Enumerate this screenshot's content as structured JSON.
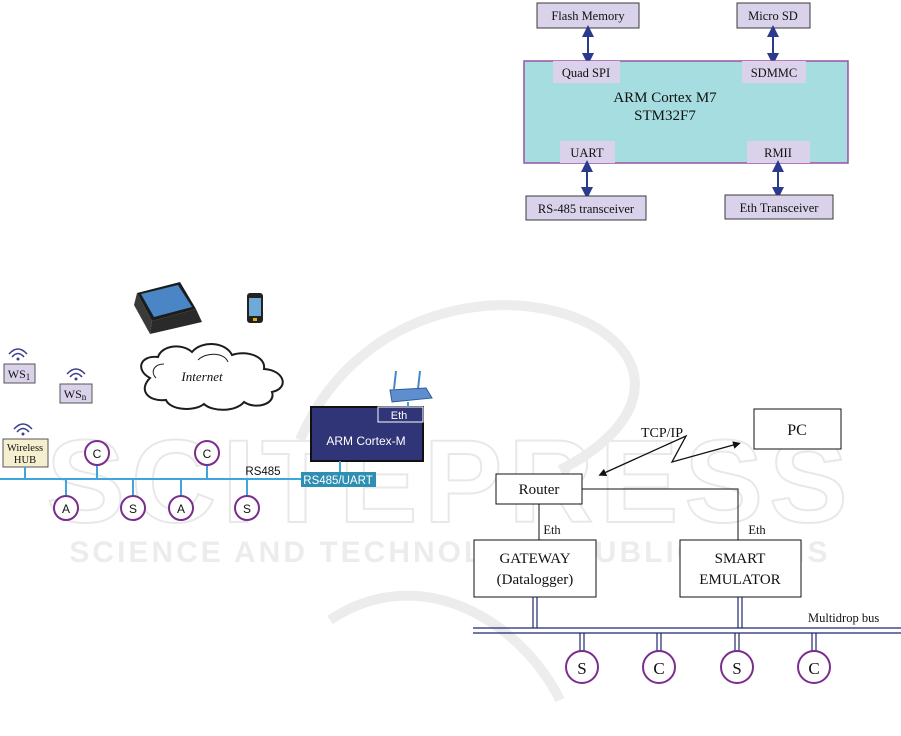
{
  "block_diagram": {
    "blocks": {
      "flash_memory": "Flash Memory",
      "micro_sd": "Micro SD",
      "rs485_transceiver": "RS-485 transceiver",
      "eth_transceiver": "Eth Transceiver"
    },
    "mcu": {
      "line1": "ARM Cortex M7",
      "line2": "STM32F7"
    },
    "ports": {
      "quad_spi": "Quad SPI",
      "sdmmc": "SDMMC",
      "uart": "UART",
      "rmii": "RMII"
    }
  },
  "network_diagram": {
    "internet": "Internet",
    "ws1": "WS",
    "ws1_sub": "1",
    "wsn": "WS",
    "wsn_sub": "n",
    "wireless_hub_line1": "Wireless",
    "wireless_hub_line2": "HUB",
    "arm": "ARM Cortex-M",
    "eth": "Eth",
    "rs485": "RS485",
    "rs485_uart": "RS485/UART",
    "nodes": [
      "C",
      "C",
      "A",
      "S",
      "A",
      "S"
    ]
  },
  "system_diagram": {
    "pc": "PC",
    "tcpip": "TCP/IP",
    "router": "Router",
    "eth_left": "Eth",
    "eth_right": "Eth",
    "gateway_line1": "GATEWAY",
    "gateway_line2": "(Datalogger)",
    "emulator_line1": "SMART",
    "emulator_line2": "EMULATOR",
    "bus": "Multidrop bus",
    "nodes": [
      "S",
      "C",
      "S",
      "C"
    ]
  },
  "watermark": {
    "big": "SCITEPRESS",
    "sub": "SCIENCE AND TECHNOLOGY PUBLICATIONS"
  },
  "colors": {
    "mcu_fill": "#a6dde0",
    "block_fill": "#d9d2ea",
    "mcu_border": "#9b4fa6",
    "arrow": "#2b3a8c",
    "arm_fill": "#2f3576",
    "bus": "#3ea6dc",
    "node_ring": "#7b2d8e",
    "bus_dark": "#1f2670"
  }
}
